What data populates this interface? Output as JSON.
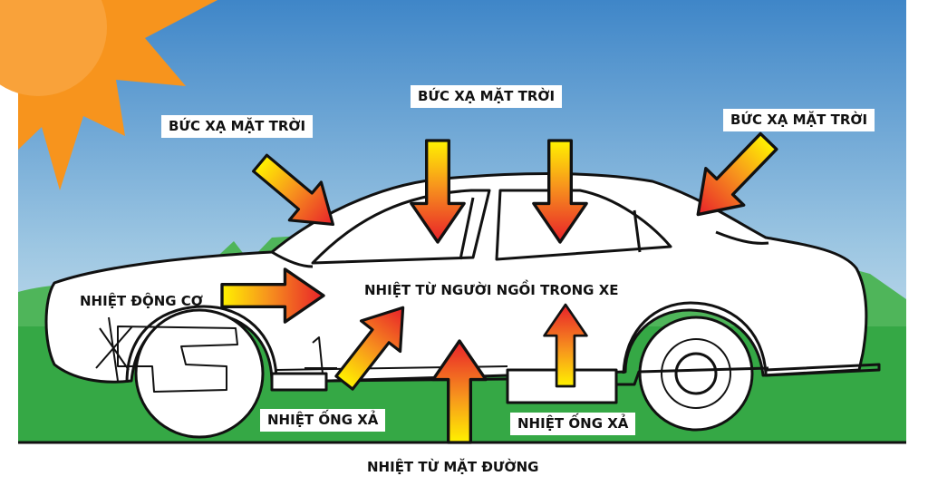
{
  "labels": {
    "sun_left": "BỨC XẠ MẶT TRỜI",
    "sun_top": "BỨC XẠ MẶT TRỜI",
    "sun_right": "BỨC XẠ MẶT TRỜI",
    "engine": "NHIỆT ĐỘNG CƠ",
    "occupants": "NHIỆT TỪ NGƯỜI NGỒI TRONG XE",
    "exhaust_left": "NHIỆT ỐNG XẢ",
    "exhaust_right": "NHIỆT ỐNG XẢ",
    "road": "NHIỆT  TỪ MẶT ĐƯỜNG"
  },
  "colors": {
    "sky_top": "#3f86c8",
    "sky_bottom": "#e6f0f4",
    "grass": "#35a845",
    "sun": "#f7941d",
    "arrow_start": "#fff200",
    "arrow_end": "#e8202a",
    "outline": "#111111"
  }
}
